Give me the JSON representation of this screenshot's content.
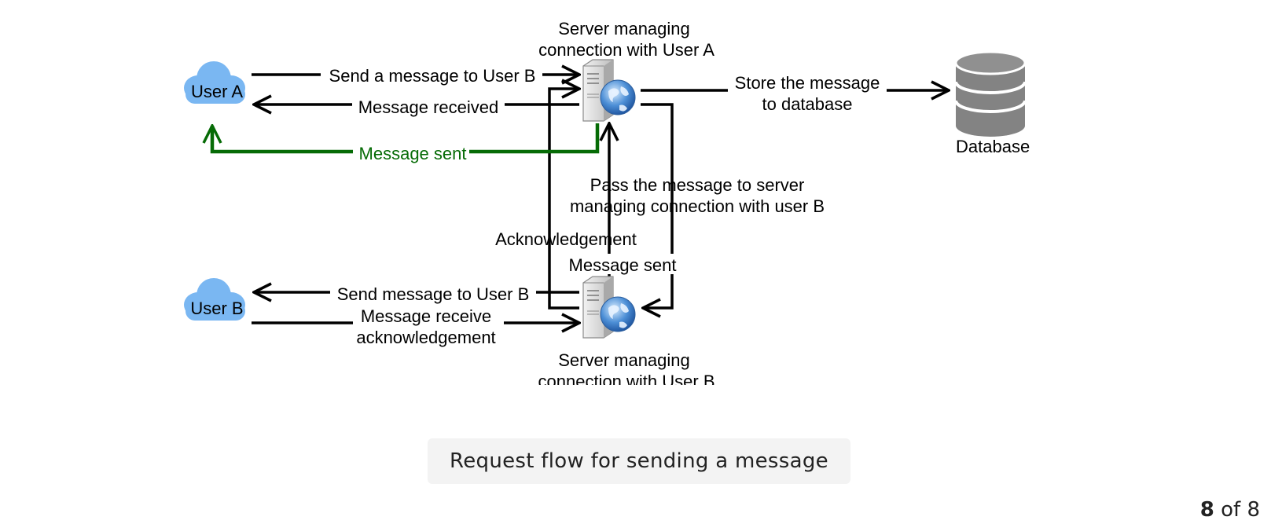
{
  "diagram": {
    "nodes": {
      "user_a": "User A",
      "user_b": "User B",
      "server_a": [
        "Server managing",
        "connection with User A"
      ],
      "server_b": [
        "Server managing",
        "connection with User B"
      ],
      "database": "Database"
    },
    "edges": {
      "send_to_b": "Send a message to User B",
      "received": "Message received",
      "sent_to_a": "Message sent",
      "store": [
        "Store the message",
        "to database"
      ],
      "pass": [
        "Pass the message to server",
        "managing connection with user B"
      ],
      "ack": "Acknowledgement",
      "sent_b": "Message sent",
      "send_msg_b": "Send message to User B",
      "receive_ack": [
        "Message receive",
        "acknowledgement"
      ]
    },
    "colors": {
      "cloud": "#7ab7f2",
      "success": "#066b06",
      "database": "#838383",
      "line": "#000000"
    }
  },
  "caption": "Request flow for sending a message",
  "pager": {
    "current": "8",
    "separator": "of",
    "total": "8"
  }
}
